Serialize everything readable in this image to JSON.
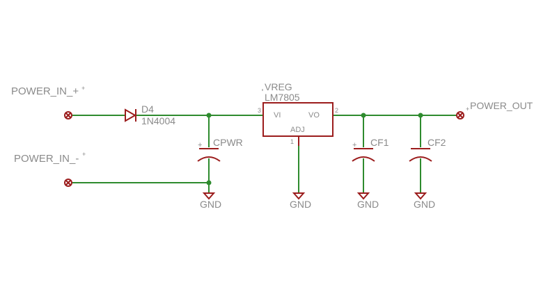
{
  "components": {
    "power_in_pos": {
      "label": "POWER_IN_+",
      "pin_mark": "+"
    },
    "power_in_neg": {
      "label": "POWER_IN_-",
      "pin_mark": "+"
    },
    "diode": {
      "name": "D4",
      "value": "1N4004"
    },
    "cpwr": {
      "name": "CPWR",
      "polarity": "+"
    },
    "vreg": {
      "name": "VREG",
      "value": "LM7805",
      "pin_in": "VI",
      "pin_out": "VO",
      "pin_adj": "ADJ",
      "pin_in_num": "3",
      "pin_out_num": "2",
      "pin_adj_num": "1"
    },
    "cf1": {
      "name": "CF1",
      "polarity": "+"
    },
    "cf2": {
      "name": "CF2"
    },
    "power_out": {
      "label": "POWER_OUT",
      "pin_mark": "+"
    }
  },
  "ground": {
    "cpwr": "GND",
    "vreg": "GND",
    "cf1": "GND",
    "cf2": "GND"
  },
  "colors": {
    "wire": "#2e8b2e",
    "part": "#9b1c1c",
    "text": "#8a8a8a",
    "background": "#ffffff"
  }
}
